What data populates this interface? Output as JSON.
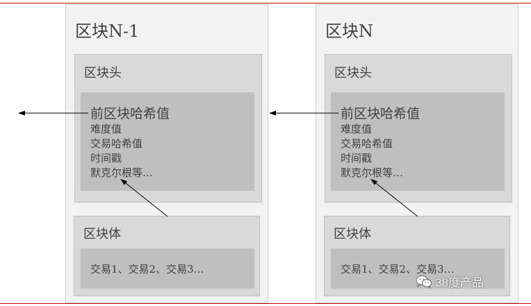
{
  "blocks": [
    {
      "title": "区块N-1",
      "header": {
        "label": "区块头",
        "fields": [
          "前区块哈希值",
          "难度值",
          "交易哈希值",
          "时间戳",
          "默克尔根等…"
        ]
      },
      "body": {
        "label": "区块体",
        "transactions": "交易1、交易2、交易3…"
      }
    },
    {
      "title": "区块N",
      "header": {
        "label": "区块头",
        "fields": [
          "前区块哈希值",
          "难度值",
          "交易哈希值",
          "时间戳",
          "默克尔根等…"
        ]
      },
      "body": {
        "label": "区块体",
        "transactions": "交易1、交易2、交易3…"
      }
    }
  ],
  "watermark": {
    "icon": "wechat-icon",
    "text": "38度产品"
  },
  "colors": {
    "rule": "#c00000",
    "outer_fill": "#f2f2f2",
    "outer_border": "#cccccc",
    "section_fill": "#d9d9d9",
    "section_border": "#bfbfbf",
    "inner_fill": "#bfbfbf",
    "text": "#404040",
    "arrow": "#000000"
  }
}
